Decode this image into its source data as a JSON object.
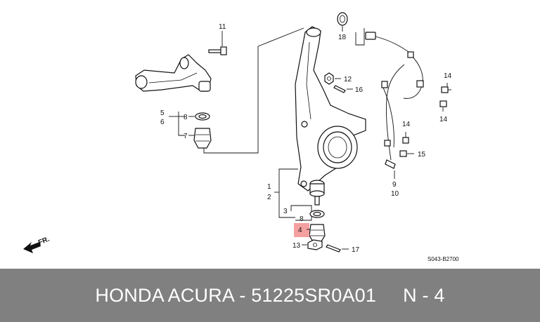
{
  "callouts": {
    "c11": "11",
    "c18": "18",
    "c12": "12",
    "c16": "16",
    "c5": "5",
    "c6": "6",
    "c8a": "8",
    "c7": "7",
    "c14a": "14",
    "c14b": "14",
    "c14c": "14",
    "c15": "15",
    "c9": "9",
    "c10": "10",
    "c1": "1",
    "c2": "2",
    "c3": "3",
    "c8b": "8",
    "c4": "4",
    "c13": "13",
    "c17": "17"
  },
  "front_marker": "FR.",
  "diagram_code": "S043-B2700",
  "highlight_color": "#f4a0a0",
  "footer": {
    "part_text": "HONDA ACURA - 51225SR0A01",
    "ref_text": "N - 4"
  }
}
